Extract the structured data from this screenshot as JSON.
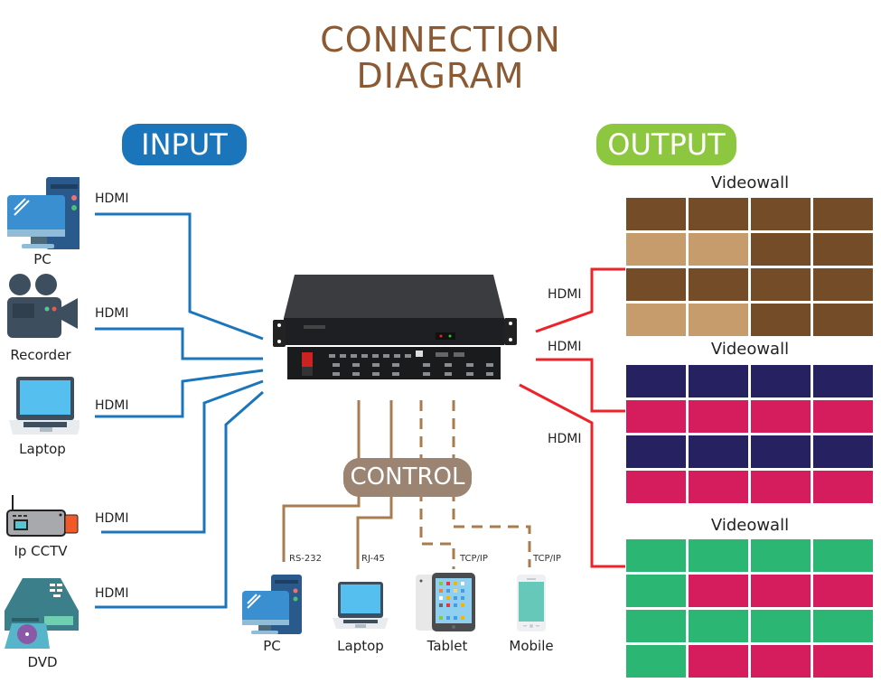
{
  "title": {
    "line1": "CONNECTION",
    "line2": "DIAGRAM"
  },
  "colors": {
    "title": "#8b5a32",
    "input_badge": "#1b75bb",
    "output_badge": "#8dc63f",
    "control_badge": "#9b8472",
    "input_line": "#1b75bb",
    "output_line": "#ee2229",
    "control_line": "#a97c50"
  },
  "input": {
    "badge": "INPUT",
    "devices": [
      {
        "name": "PC",
        "icon": "desktop-pc-icon",
        "connection": "HDMI"
      },
      {
        "name": "Recorder",
        "icon": "video-camera-icon",
        "connection": "HDMI"
      },
      {
        "name": "Laptop",
        "icon": "laptop-icon",
        "connection": "HDMI"
      },
      {
        "name": "Ip CCTV",
        "icon": "ip-camera-icon",
        "connection": "HDMI"
      },
      {
        "name": "DVD",
        "icon": "dvd-player-icon",
        "connection": "HDMI"
      }
    ]
  },
  "controller": {
    "icon": "video-wall-controller-icon"
  },
  "control": {
    "badge": "CONTROL",
    "devices": [
      {
        "name": "PC",
        "icon": "desktop-pc-icon",
        "connection": "RS-232",
        "line_style": "solid"
      },
      {
        "name": "Laptop",
        "icon": "laptop-icon",
        "connection": "RJ-45",
        "line_style": "solid"
      },
      {
        "name": "Tablet",
        "icon": "tablet-icon",
        "connection": "TCP/IP",
        "line_style": "dashed"
      },
      {
        "name": "Mobile",
        "icon": "mobile-phone-icon",
        "connection": "TCP/IP",
        "line_style": "dashed"
      }
    ]
  },
  "output": {
    "badge": "OUTPUT",
    "walls": [
      {
        "title": "Videowall",
        "connection": "HDMI",
        "grid": [
          [
            "#744c27",
            "#744c27",
            "#744c27",
            "#744c27"
          ],
          [
            "#c69c6d",
            "#c69c6d",
            "#744c27",
            "#744c27"
          ],
          [
            "#744c27",
            "#744c27",
            "#744c27",
            "#744c27"
          ],
          [
            "#c69c6d",
            "#c69c6d",
            "#744c27",
            "#744c27"
          ]
        ]
      },
      {
        "title": "Videowall",
        "connection": "HDMI",
        "grid": [
          [
            "#262262",
            "#262262",
            "#262262",
            "#262262"
          ],
          [
            "#d51c5c",
            "#d51c5c",
            "#d51c5c",
            "#d51c5c"
          ],
          [
            "#262262",
            "#262262",
            "#262262",
            "#262262"
          ],
          [
            "#d51c5c",
            "#d51c5c",
            "#d51c5c",
            "#d51c5c"
          ]
        ]
      },
      {
        "title": "Videowall",
        "connection": "HDMI",
        "grid": [
          [
            "#2bb673",
            "#2bb673",
            "#2bb673",
            "#2bb673"
          ],
          [
            "#2bb673",
            "#d51c5c",
            "#d51c5c",
            "#d51c5c"
          ],
          [
            "#2bb673",
            "#2bb673",
            "#2bb673",
            "#2bb673"
          ],
          [
            "#2bb673",
            "#d51c5c",
            "#d51c5c",
            "#d51c5c"
          ]
        ]
      }
    ]
  }
}
